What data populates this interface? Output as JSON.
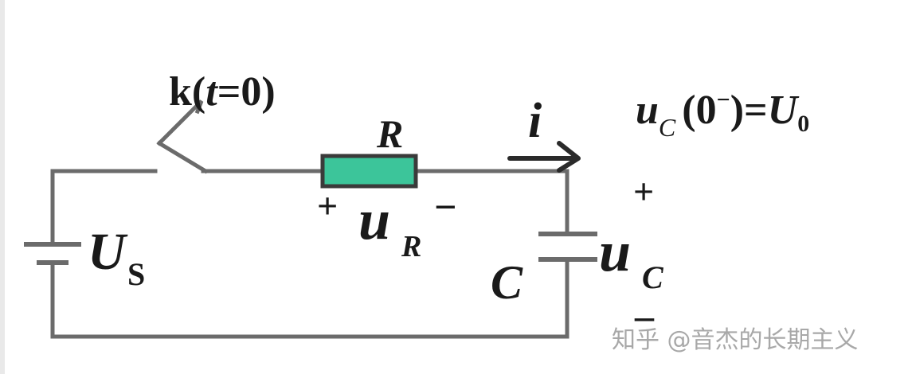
{
  "switch": {
    "k": "k",
    "open_paren": "(",
    "t": "t",
    "eq_zero": "=0)"
  },
  "resistor": {
    "label": "R",
    "fill_color": "#3cc59a"
  },
  "voltage_ur": {
    "plus": "+",
    "symbol": "u",
    "subscript": "R",
    "minus": "−"
  },
  "current": {
    "symbol": "i"
  },
  "initial_condition": {
    "u": "u",
    "sub": "C",
    "arg": "(0",
    "sup": "−",
    "rest": ")=",
    "U": "U",
    "U_sub": "0"
  },
  "source": {
    "symbol": "U",
    "subscript": "S"
  },
  "capacitor": {
    "label": "C"
  },
  "voltage_uc": {
    "plus": "+",
    "symbol": "u",
    "subscript": "C",
    "minus": "–"
  },
  "watermark": "知乎 @音杰的长期主义"
}
